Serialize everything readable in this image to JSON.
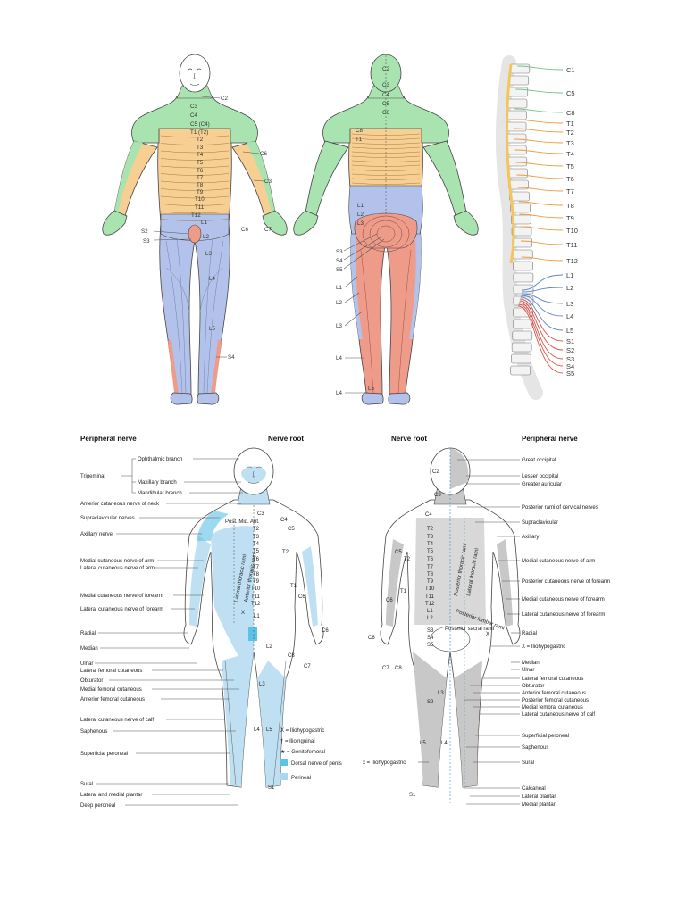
{
  "top": {
    "anterior_labels": {
      "C2": "C2",
      "C3": "C3",
      "C4": "C4",
      "C5C4": "C5 (C4)",
      "T1T2": "T1 (T2)",
      "T2": "T2",
      "T3": "T3",
      "T4": "T4",
      "T5": "T5",
      "T6": "T6",
      "T7": "T7",
      "T8": "T8",
      "T9": "T9",
      "T10": "T10",
      "T11": "T11",
      "T12": "T12",
      "L1": "L1",
      "L2": "L2",
      "L3": "L3",
      "L4": "L4",
      "L5": "L5",
      "S2": "S2",
      "S3": "S3",
      "S4": "S4",
      "C6": "C6",
      "C3r": "C3",
      "C6h": "C6",
      "C7": "C7"
    },
    "posterior_labels": {
      "C2": "C2",
      "C3": "C3",
      "C4": "C4",
      "C5": "C5",
      "C6": "C6",
      "C8": "C8",
      "T1": "T1",
      "L1": "L1",
      "L2": "L2",
      "L3": "L3",
      "L4": "L4",
      "L4b": "L4",
      "L5": "L5",
      "S3": "S3",
      "S4": "S4",
      "S5": "S5"
    },
    "spine_labels": [
      "C1",
      "C5",
      "C8",
      "T1",
      "T2",
      "T3",
      "T4",
      "T5",
      "T6",
      "T7",
      "T8",
      "T9",
      "T10",
      "T11",
      "T12",
      "L1",
      "L2",
      "L3",
      "L4",
      "L5",
      "S1",
      "S2",
      "S3",
      "S4",
      "S5"
    ]
  },
  "bottom": {
    "headers": {
      "peripheral_left": "Peripheral nerve",
      "root_left": "Nerve root",
      "root_right": "Nerve root",
      "peripheral_right": "Peripheral nerve"
    },
    "left_labels": {
      "trigeminal": "Trigeminal",
      "ophthalmic": "Ophthalmic branch",
      "maxillary": "Maxillary branch",
      "mandibular": "Mandibular branch",
      "ant_cut_neck": "Anterior cutaneous nerve of neck",
      "supraclavicular": "Supraclavicular nerves",
      "axillary": "Axillary nerve",
      "med_cut_arm": "Medial cutaneous nerve of arm",
      "lat_cut_arm": "Lateral cutaneous nerve of arm",
      "med_cut_forearm": "Medial cutaneous nerve of forearm",
      "lat_cut_forearm": "Lateral cutaneous nerve of forearm",
      "radial": "Radial",
      "median": "Median",
      "ulnar": "Ulnar",
      "lat_fem_cut": "Lateral femoral cutaneous",
      "obturator": "Obturator",
      "med_fem_cut": "Medial femoral cutaneous",
      "ant_fem_cut": "Anterior femoral cutaneous",
      "lat_cut_calf": "Lateral cutaneous nerve of calf",
      "saphenous": "Saphenous",
      "sup_peroneal": "Superficial peroneal",
      "sural": "Sural",
      "lat_med_plantar": "Lateral and medial plantar",
      "deep_peroneal": "Deep peroneal"
    },
    "front_body_labels": {
      "post_mid_ant": "Post. Mid. Ant.",
      "C3": "C3",
      "C4": "C4",
      "C5": "C5",
      "T2": "T2",
      "T2b": "T2",
      "T3": "T3",
      "T4": "T4",
      "T5": "T5",
      "T6": "T6",
      "T7": "T7",
      "T8": "T8",
      "T9": "T9",
      "T10": "T10",
      "T11": "T11",
      "T12": "T12",
      "T1": "T1",
      "L1": "L1",
      "L2": "L2",
      "L3": "L3",
      "L4": "L4",
      "L5": "L5",
      "S1": "S1",
      "C6": "C6",
      "C6b": "C6",
      "C7": "C7",
      "C8": "C8",
      "x": "X",
      "lat_thoracic": "Lateral thoracic rami",
      "ant_thoracic": "Anterior thoracic rami"
    },
    "legend": {
      "x": "X = Iliohypogastric",
      "dagger": "† = Ilioinguinal",
      "star": "★ = Genitofemoral",
      "dorsal": "Dorsal nerve of penis",
      "perineal": "Perineal"
    },
    "back_body_labels": {
      "C2": "C2",
      "C3": "C3",
      "C4": "C4",
      "C5": "C5",
      "C6": "C6",
      "C7": "C7",
      "C8": "C8",
      "T1": "T1",
      "T2": "T2",
      "T2b": "T2",
      "T3": "T3",
      "T4": "T4",
      "T5": "T5",
      "T6": "T6",
      "T7": "T7",
      "T8": "T8",
      "T9": "T9",
      "T10": "T10",
      "T11": "T11",
      "T12": "T12",
      "L1": "L1",
      "L2": "L2",
      "L3": "L3",
      "L4": "L4",
      "L5": "L5",
      "S1": "S1",
      "S2": "S2",
      "S3": "S3",
      "S4": "S4",
      "S5": "S5",
      "x": "X",
      "post_thoracic": "Posterior thoracic rami",
      "lat_thoracic": "Lateral thoracic rami",
      "post_lumbar": "Posterior lumbar rami",
      "post_sacral": "Posterior sacral rami",
      "x_note": "x = Iliohypogastric"
    },
    "right_labels": {
      "great_occipital": "Great occipital",
      "lesser_occipital": "Lesser occipital",
      "greater_auricular": "Greater auricular",
      "post_rami_cervical": "Posterior rami of cervical nerves",
      "supraclavicular": "Supraclavicular",
      "axillary": "Axillary",
      "med_cut_arm": "Medial cutaneous nerve of arm",
      "post_cut_forearm": "Posterior cutaneous nerve of forearm",
      "med_cut_forearm": "Medial cutaneous nerve of forearm",
      "lat_cut_forearm": "Lateral cutaneous nerve of forearm",
      "radial": "Radial",
      "x_ilio": "X = Iliohypogastric",
      "median": "Median",
      "ulnar": "Ulnar",
      "lat_fem_cut": "Lateral femoral cutaneous",
      "obturator": "Obturator",
      "ant_fem_cut": "Anterior femoral cutaneous",
      "post_fem_cut": "Posterior femoral cutaneous",
      "med_fem_cut": "Medial femoral cutaneous",
      "lat_cut_calf": "Lateral cutaneous nerve of calf",
      "sup_peroneal": "Superficial peroneal",
      "saphenous": "Saphenous",
      "sural": "Sural",
      "calcaneal": "Calcaneal",
      "lat_plantar": "Lateral plantar",
      "med_plantar": "Medial plantar"
    }
  },
  "colors": {
    "cervical": "#a9e3b0",
    "thoracic": "#f7cf92",
    "lumbar": "#b3c2ea",
    "sacral": "#ee9b8a",
    "skin_blue": "#bfe0f3",
    "skin_blue_dark": "#5cc2e6",
    "grey": "#c8c8c8",
    "spine_yellow": "#f2c65a",
    "spine_green": "#6fc48a",
    "spine_orange": "#ef9a3a",
    "spine_blue": "#5f86c8",
    "spine_red": "#d9524a"
  }
}
